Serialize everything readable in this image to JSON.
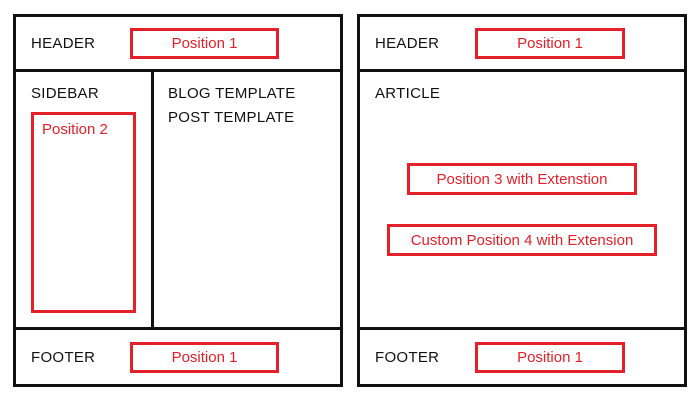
{
  "left": {
    "header_label": "HEADER",
    "header_position": "Position 1",
    "sidebar_label": "SIDEBAR",
    "sidebar_position": "Position 2",
    "content_line_1": "BLOG TEMPLATE",
    "content_line_2": "POST TEMPLATE",
    "footer_label": "FOOTER",
    "footer_position": "Position 1"
  },
  "right": {
    "header_label": "HEADER",
    "header_position": "Position 1",
    "article_label": "ARTICLE",
    "position_3": "Position 3 with Extenstion",
    "position_4": "Custom Position 4 with Extension",
    "footer_label": "FOOTER",
    "footer_position": "Position 1"
  },
  "colors": {
    "outline": "#111111",
    "position_highlight": "#e4202a"
  }
}
